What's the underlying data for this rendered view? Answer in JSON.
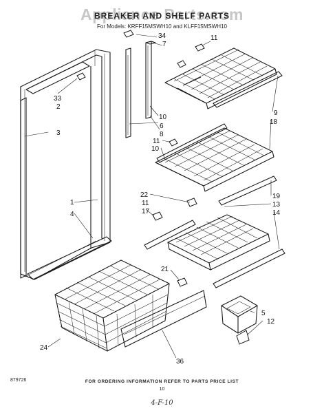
{
  "header": {
    "watermark": "Appliance Parts.com",
    "title": "BREAKER AND SHELF PARTS",
    "models_line": "For Models: KRFF15MSWH10 and KLFF15MSWH10"
  },
  "callouts": [
    {
      "id": "c34",
      "text": "34"
    },
    {
      "id": "c7",
      "text": "7"
    },
    {
      "id": "c11a",
      "text": "11"
    },
    {
      "id": "c33",
      "text": "33"
    },
    {
      "id": "c2",
      "text": "2"
    },
    {
      "id": "c3",
      "text": "3"
    },
    {
      "id": "c10a",
      "text": "10"
    },
    {
      "id": "c6",
      "text": "6"
    },
    {
      "id": "c8",
      "text": "8"
    },
    {
      "id": "c9",
      "text": "9"
    },
    {
      "id": "c18",
      "text": "18"
    },
    {
      "id": "c11b",
      "text": "11"
    },
    {
      "id": "c10b",
      "text": "10"
    },
    {
      "id": "c22",
      "text": "22"
    },
    {
      "id": "c11c",
      "text": "11"
    },
    {
      "id": "c17",
      "text": "17"
    },
    {
      "id": "c19",
      "text": "19"
    },
    {
      "id": "c13",
      "text": "13"
    },
    {
      "id": "c14",
      "text": "14"
    },
    {
      "id": "c1",
      "text": "1"
    },
    {
      "id": "c4",
      "text": "4"
    },
    {
      "id": "c21",
      "text": "21"
    },
    {
      "id": "c5",
      "text": "5"
    },
    {
      "id": "c12",
      "text": "12"
    },
    {
      "id": "c24",
      "text": "24"
    },
    {
      "id": "c36",
      "text": "36"
    }
  ],
  "footer": {
    "note": "FOR ORDERING INFORMATION REFER TO PARTS PRICE LIST",
    "page_number": "10",
    "doc_code": "879726",
    "handwritten": "4-F-10"
  }
}
